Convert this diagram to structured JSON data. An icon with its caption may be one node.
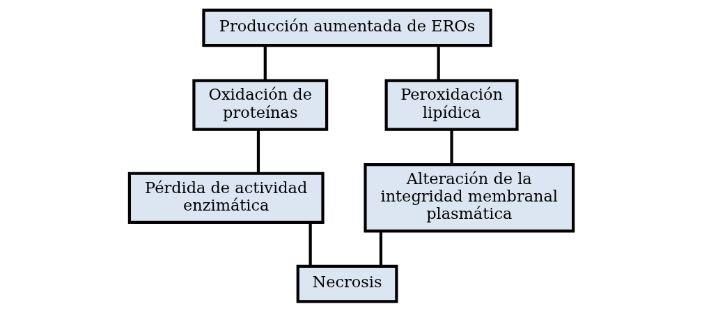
{
  "diagram": {
    "nodes": [
      {
        "text": [
          "Producción aumentada de EROs"
        ]
      },
      {
        "text": [
          "Oxidación de proteínas"
        ]
      },
      {
        "text": [
          "Peroxidación lipídica"
        ]
      },
      {
        "text": [
          "Pérdida de actividad enzimática"
        ]
      },
      {
        "text": [
          "Alteración de la integridad membranal plasmática"
        ]
      },
      {
        "text": [
          "Necrosis"
        ]
      }
    ],
    "edges": [
      {
        "from": 0,
        "to": 1,
        "arrow": "none"
      },
      {
        "from": 0,
        "to": 2,
        "arrow": "none"
      },
      {
        "from": 1,
        "to": 3,
        "arrow": "none"
      },
      {
        "from": 2,
        "to": 4,
        "arrow": "none"
      },
      {
        "from": 3,
        "to": 5,
        "arrow": "none"
      },
      {
        "from": 4,
        "to": 5,
        "arrow": "none"
      }
    ]
  }
}
